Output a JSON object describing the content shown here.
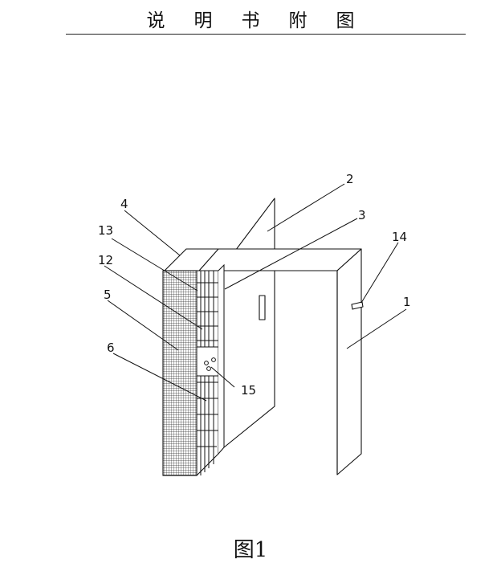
{
  "header": {
    "title": "说明书附图"
  },
  "figure": {
    "caption": "图1",
    "labels": {
      "l1": "1",
      "l2": "2",
      "l3": "3",
      "l4": "4",
      "l5": "5",
      "l6": "6",
      "l12": "12",
      "l13": "13",
      "l14": "14",
      "l15": "15"
    }
  }
}
